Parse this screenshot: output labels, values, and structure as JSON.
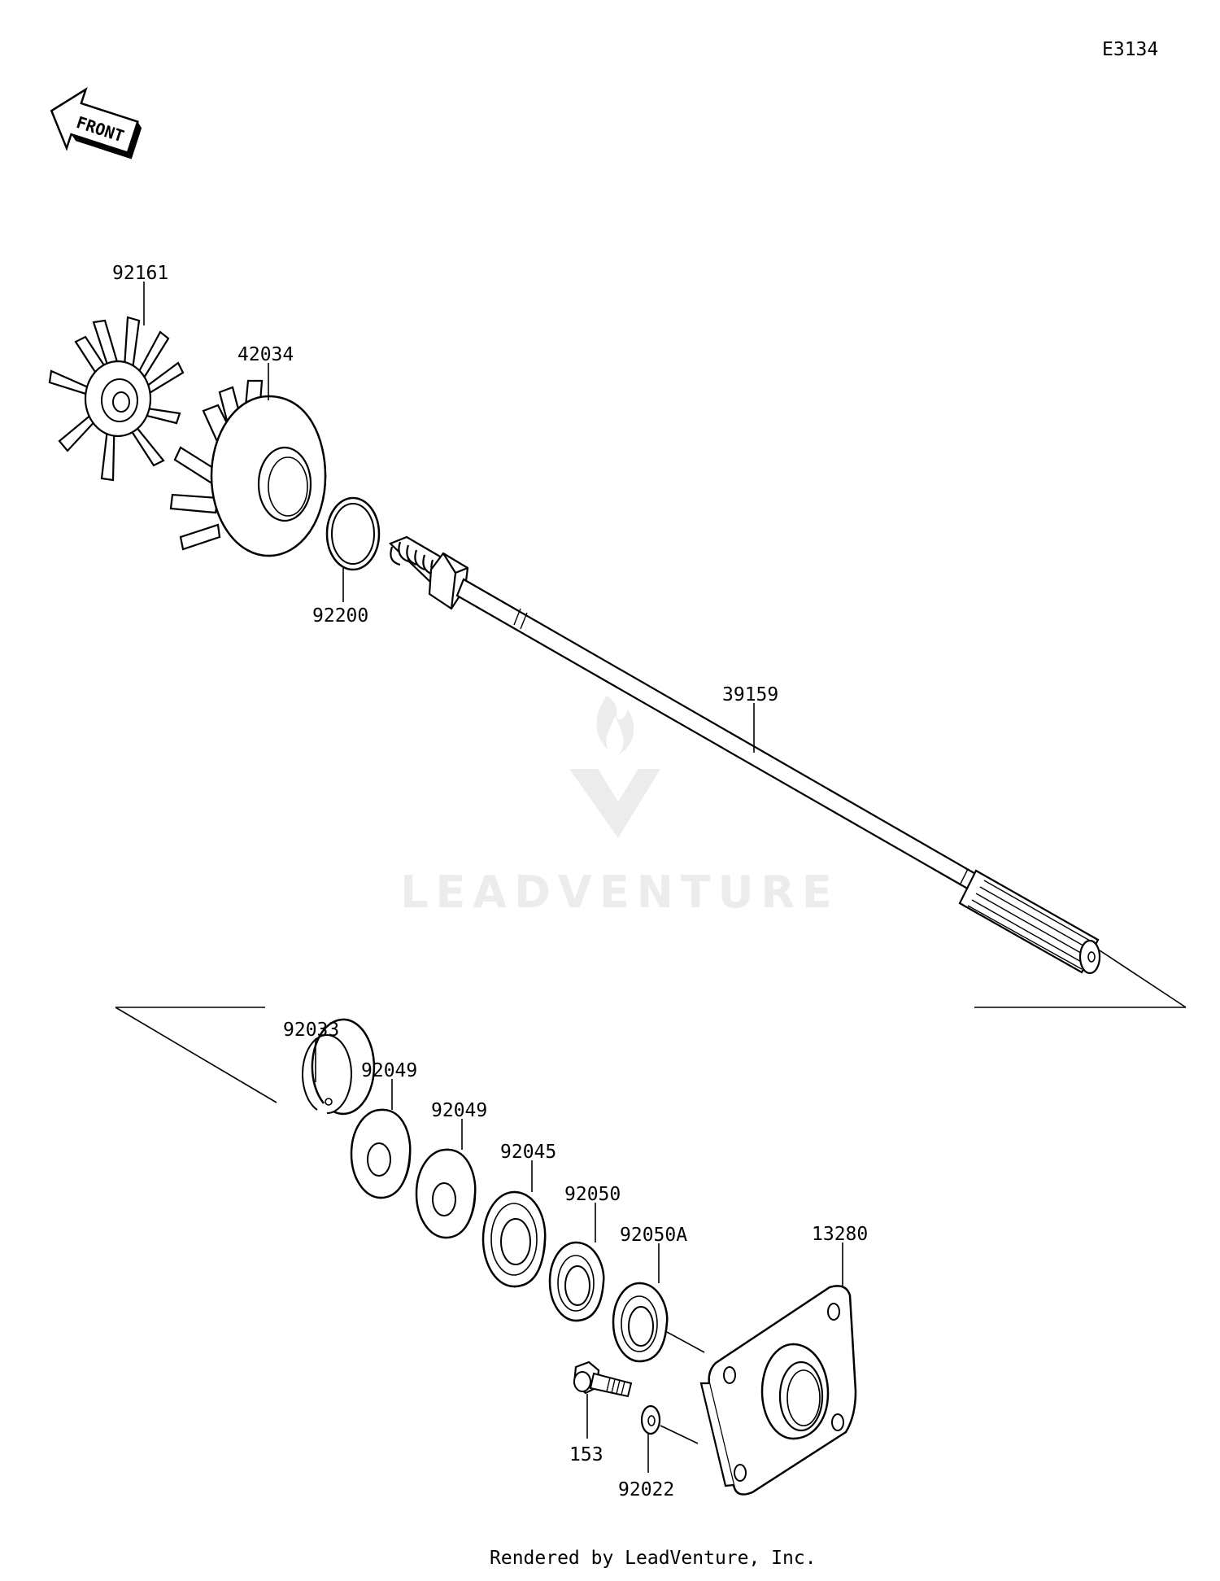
{
  "diagram": {
    "code": "E3134",
    "front_label": "FRONT",
    "watermark": "LEADVENTURE",
    "footer": "Rendered by LeadVenture, Inc.",
    "labels": [
      {
        "id": "92161",
        "text": "92161"
      },
      {
        "id": "42034",
        "text": "42034"
      },
      {
        "id": "92200",
        "text": "92200"
      },
      {
        "id": "39159",
        "text": "39159"
      },
      {
        "id": "92033",
        "text": "92033"
      },
      {
        "id": "92049a",
        "text": "92049"
      },
      {
        "id": "92049b",
        "text": "92049"
      },
      {
        "id": "92045",
        "text": "92045"
      },
      {
        "id": "92050",
        "text": "92050"
      },
      {
        "id": "92050A",
        "text": "92050A"
      },
      {
        "id": "13280",
        "text": "13280"
      },
      {
        "id": "153",
        "text": "153"
      },
      {
        "id": "92022",
        "text": "92022"
      }
    ]
  }
}
